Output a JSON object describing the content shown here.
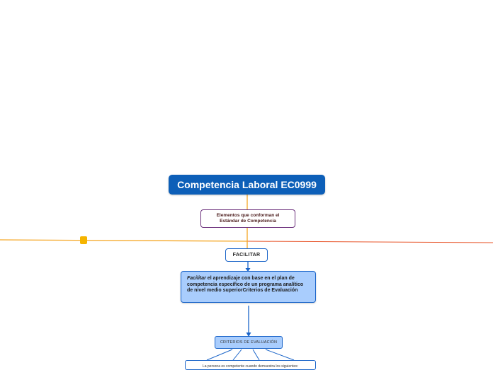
{
  "nodes": {
    "root": "Competencia Laboral EC0999",
    "elements_line1": "Elementos que conforman el",
    "elements_line2": "Estándar de Competencia",
    "facilitar": "FACILITAR",
    "desc_emphasis": "Facilitar",
    "desc_rest": " el aprendizaje con base en el plan de competencia específico de un programa analítico de nivel medio superiorCriterios de Evaluación",
    "criterios": "CRITERIOS DE EVALUACIÓN",
    "persona": "La persona es competente cuando demuestra los siguientes:"
  },
  "colors": {
    "root_fill": "#0d5fb8",
    "connector_orange": "#f5a623",
    "connector_red": "#e8552a",
    "connector_blue": "#1b65c9",
    "elements_border": "#6b2f7b",
    "desc_fill": "#a9cdfd",
    "collapse_marker": "#f5b400"
  }
}
